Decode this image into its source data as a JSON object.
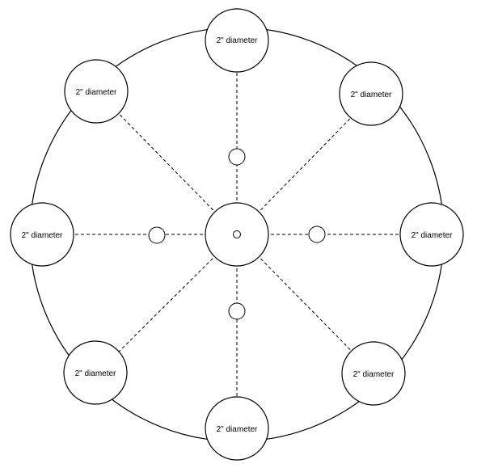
{
  "diagram": {
    "colors": {
      "stroke": "#000000",
      "fill": "#ffffff",
      "background": "#ffffff"
    },
    "outer_circles": [
      {
        "label": "2\" diameter"
      },
      {
        "label": "2\" diameter"
      },
      {
        "label": "2\" diameter"
      },
      {
        "label": "2\" diameter"
      },
      {
        "label": "2\" diameter"
      },
      {
        "label": "2\" diameter"
      },
      {
        "label": "2\" diameter"
      },
      {
        "label": "2\" diameter"
      }
    ]
  }
}
